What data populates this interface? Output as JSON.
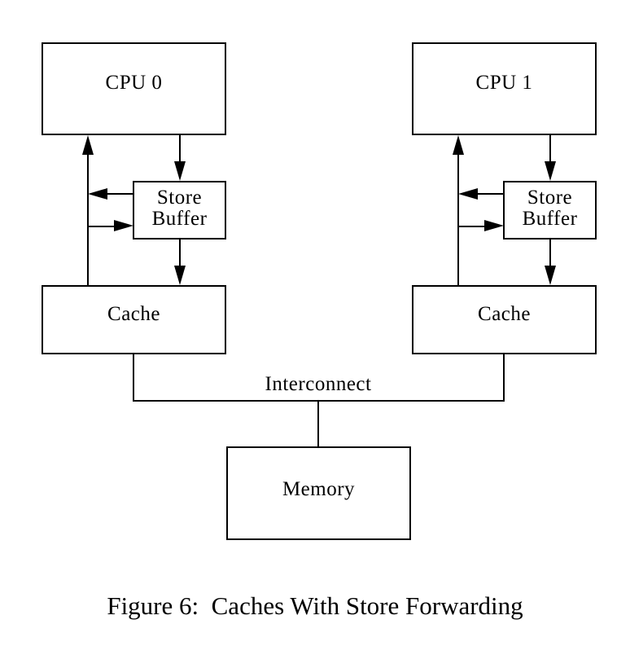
{
  "figure": {
    "caption": "Figure 6:  Caches With Store Forwarding",
    "interconnect_label": "Interconnect",
    "left": {
      "cpu": "CPU 0",
      "store_buffer": [
        "Store",
        "Buffer"
      ],
      "cache": "Cache"
    },
    "right": {
      "cpu": "CPU 1",
      "store_buffer": [
        "Store",
        "Buffer"
      ],
      "cache": "Cache"
    },
    "memory": "Memory",
    "colors": {
      "line": "#000000",
      "background": "#ffffff",
      "box_fill": "#ffffff",
      "text": "#000000"
    }
  }
}
